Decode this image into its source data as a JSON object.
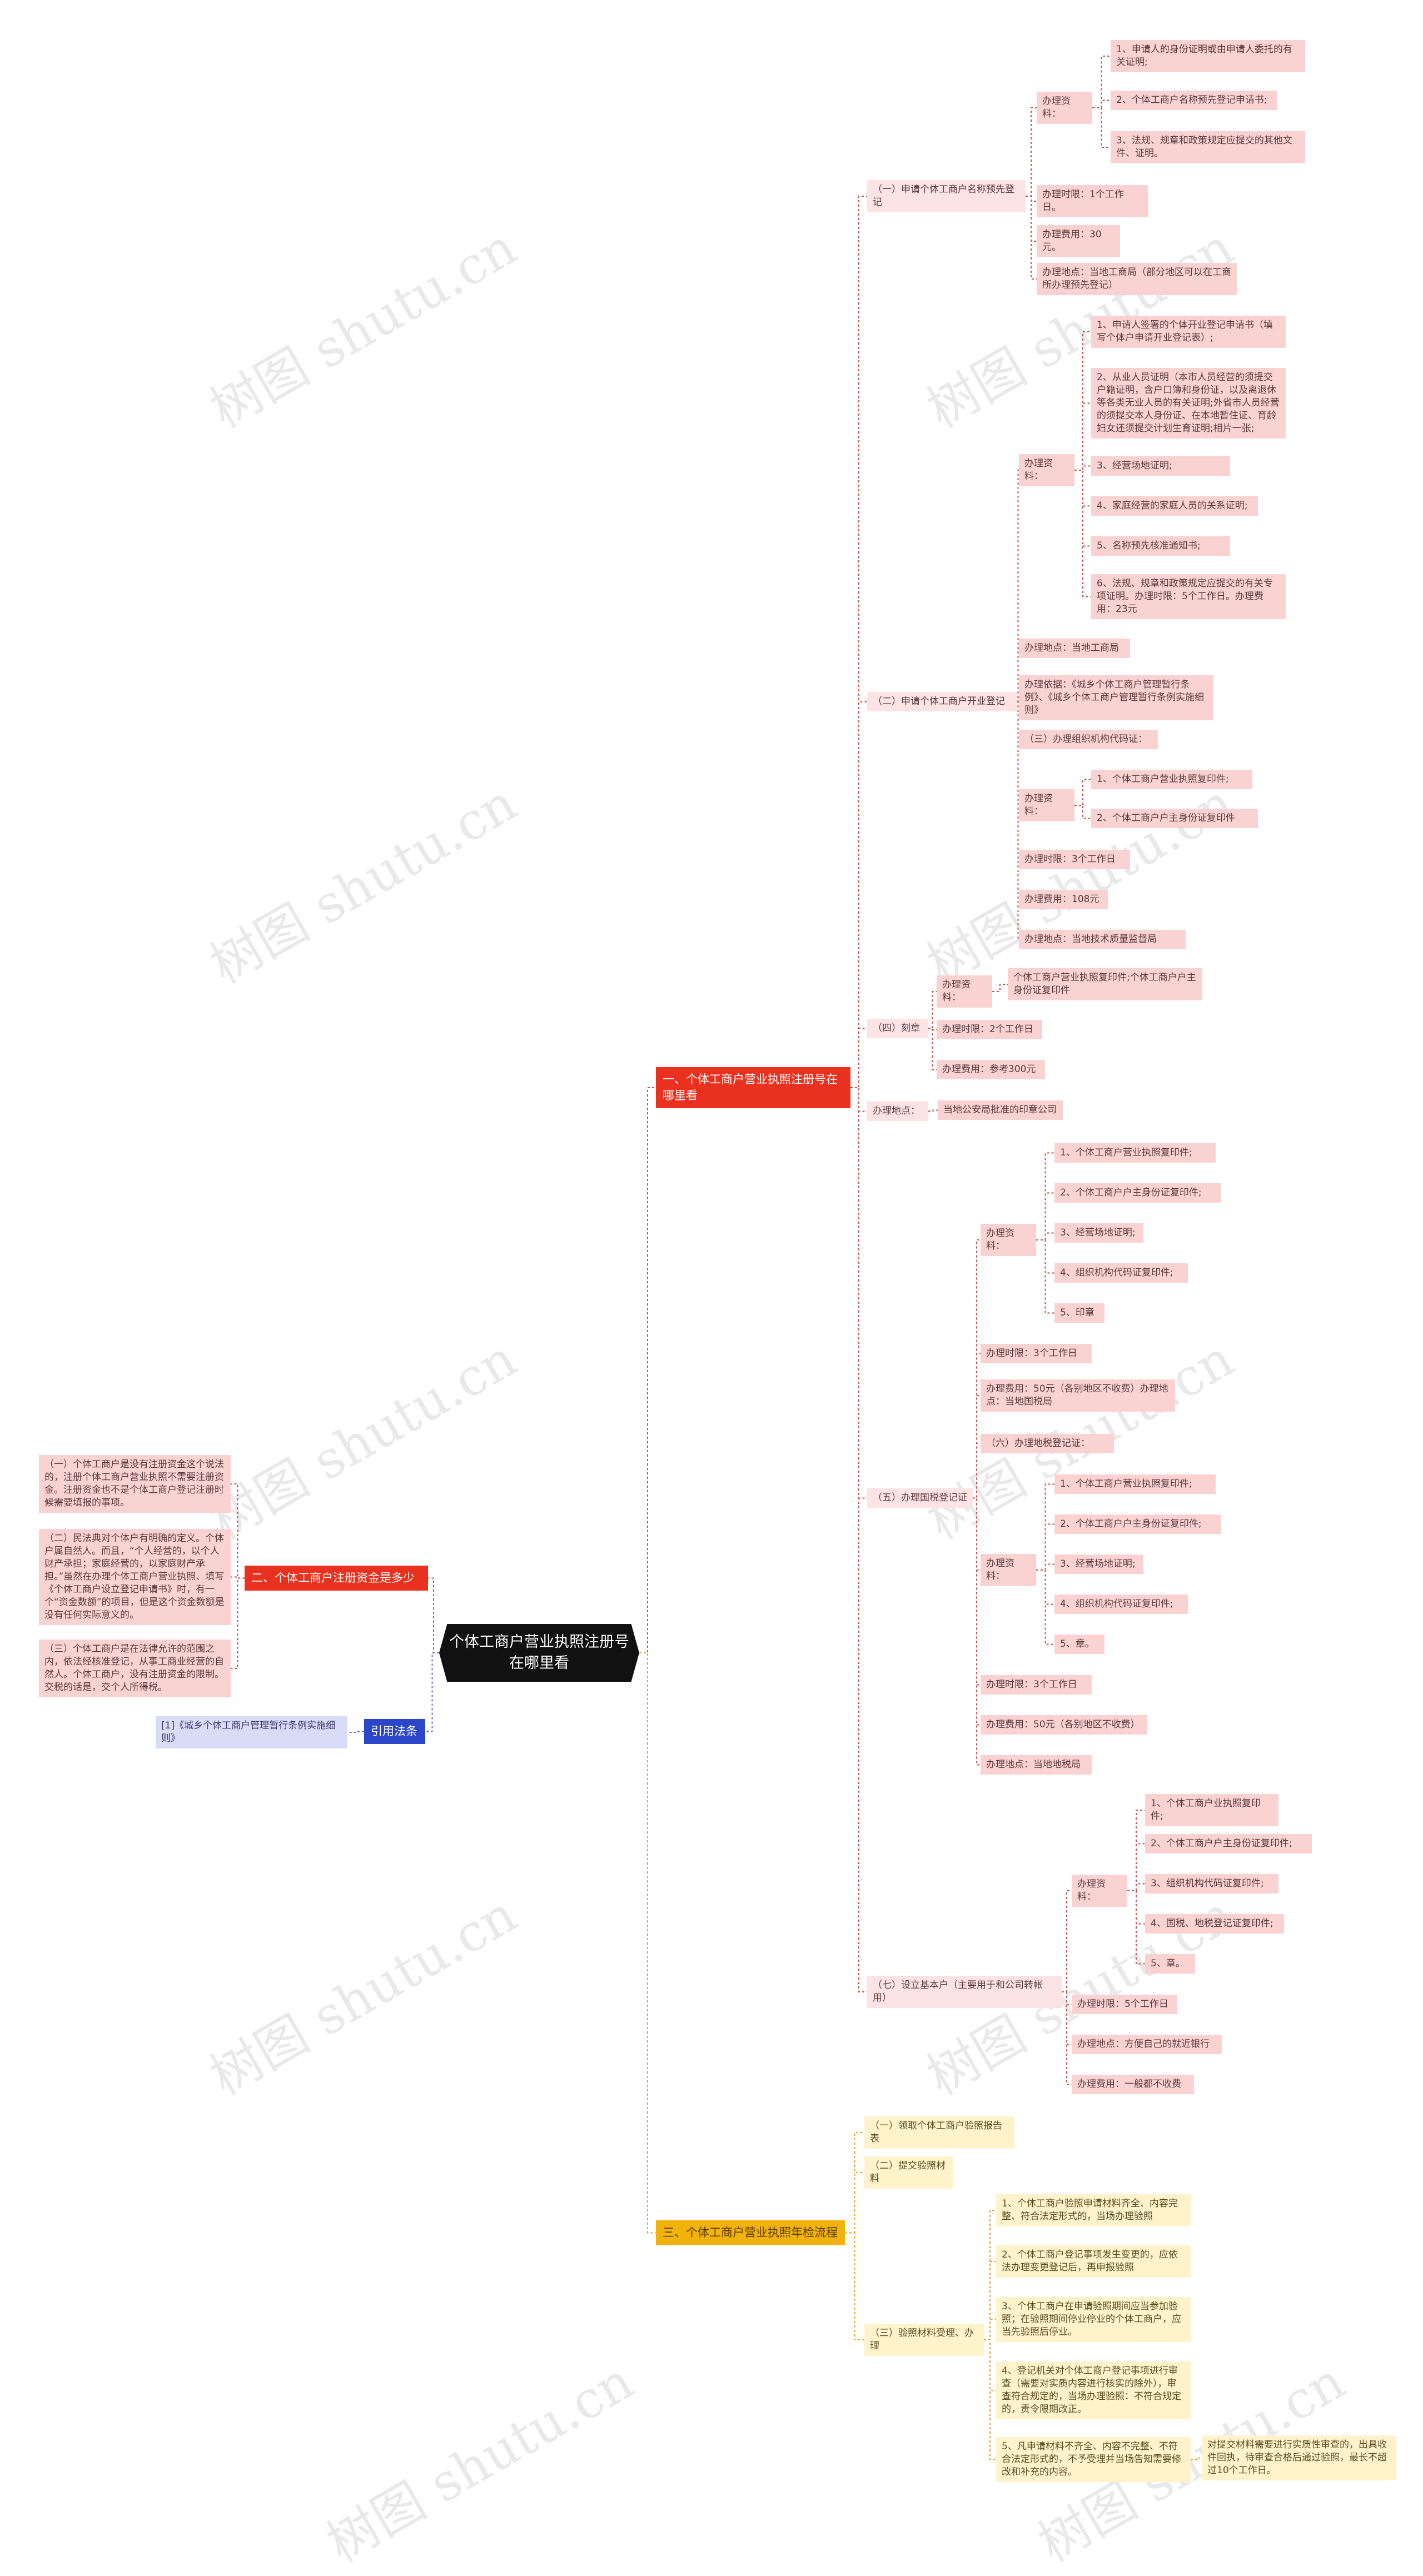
{
  "root": {
    "label": "个体工商户营业执照注册号在哪里看"
  },
  "branches": {
    "b1": {
      "label": "一、个体工商户营业执照注册号在哪里看"
    },
    "b2": {
      "label": "二、个体工商户注册资金是多少"
    },
    "b3": {
      "label": "三、个体工商户营业执照年检流程"
    },
    "b4": {
      "label": "引用法条"
    }
  },
  "s1": {
    "title": "（一）申请个体工商户名称预先登记",
    "materials_label": "办理资料：",
    "materials": [
      "1、申请人的身份证明或由申请人委托的有关证明;",
      "2、个体工商户名称预先登记申请书;",
      "3、法规、规章和政策规定应提交的其他文件、证明。"
    ],
    "time": "办理时限：1个工作日。",
    "fee": "办理费用：30元。",
    "place": "办理地点：当地工商局（部分地区可以在工商所办理预先登记）"
  },
  "s2": {
    "title": "（二）申请个体工商户开业登记",
    "materials_label": "办理资料：",
    "materials": [
      "1、申请人签署的个体开业登记申请书（填写个体户申请开业登记表）;",
      "2、从业人员证明（本市人员经营的须提交户籍证明，含户口簿和身份证，以及离退休等各类无业人员的有关证明;外省市人员经营的须提交本人身份证、在本地暂住证、育龄妇女还须提交计划生育证明;相片一张;",
      "3、经营场地证明;",
      "4、家庭经营的家庭人员的关系证明;",
      "5、名称预先核准通知书;",
      "6、法规、规章和政策规定应提交的有关专项证明。办理时限：5个工作日。办理费用：23元"
    ],
    "place": "办理地点：当地工商局",
    "basis": "办理依据：《城乡个体工商户管理暂行条例》、《城乡个体工商户管理暂行条例实施细则》",
    "org_code": "（三）办理组织机构代码证：",
    "org_materials_label": "办理资料：",
    "org_materials": [
      "1、个体工商户营业执照复印件;",
      "2、个体工商户户主身份证复印件"
    ],
    "org_time": "办理时限：3个工作日",
    "org_fee": "办理费用：108元",
    "org_place": "办理地点：当地技术质量监督局"
  },
  "s4": {
    "title": "（四）刻章",
    "materials_label": "办理资料：",
    "materials_value": "个体工商户营业执照复印件;个体工商户户主身份证复印件",
    "time": "办理时限：2个工作日",
    "fee": "办理费用：参考300元"
  },
  "place_row": {
    "label": "办理地点：",
    "value": "当地公安局批准的印章公司"
  },
  "s5": {
    "title": "（五）办理国税登记证",
    "materials_label": "办理资料：",
    "materials": [
      "1、个体工商户营业执照复印件;",
      "2、个体工商户户主身份证复印件;",
      "3、经营场地证明;",
      "4、组织机构代码证复印件;",
      "5、印章"
    ],
    "time": "办理时限：3个工作日",
    "fee": "办理费用：50元（各别地区不收费）办理地点：当地国税局",
    "local": "（六）办理地税登记证：",
    "local_materials_label": "办理资料：",
    "local_materials": [
      "1、个体工商户营业执照复印件;",
      "2、个体工商户户主身份证复印件;",
      "3、经营场地证明;",
      "4、组织机构代码证复印件;",
      "5、章。"
    ],
    "local_time": "办理时限：3个工作日",
    "local_fee": "办理费用：50元（各别地区不收费）",
    "local_place": "办理地点：当地地税局"
  },
  "s7": {
    "title": "（七）设立基本户（主要用于和公司转帐用）",
    "materials_label": "办理资料：",
    "materials": [
      "1、个体工商户业执照复印件;",
      "2、个体工商户户主身份证复印件;",
      "3、组织机构代码证复印件;",
      "4、国税、地税登记证复印件;",
      "5、章。"
    ],
    "time": "办理时限：5个工作日",
    "place": "办理地点：方便自己的就近银行",
    "fee": "办理费用：一般都不收费"
  },
  "b2_items": [
    "（一）个体工商户是没有注册资金这个说法的，注册个体工商户营业执照不需要注册资金。注册资金也不是个体工商户登记注册时候需要填报的事项。",
    "（二）民法典对个体户有明确的定义。个体户属自然人。而且，“个人经营的，以个人财产承担；家庭经营的，以家庭财产承担。”虽然在办理个体工商户营业执照、填写《个体工商户设立登记申请书》时，有一个“资金数额”的项目，但是这个资金数额是没有任何实际意义的。",
    "（三）个体工商户是在法律允许的范围之内，依法经核准登记，从事工商业经营的自然人。个体工商户，没有注册资金的限制。交税的话是，交个人所得税。"
  ],
  "b3_items": [
    "（一）领取个体工商户验照报告表",
    "（二）提交验照材料",
    "（三）验照材料受理、办理"
  ],
  "b3_sub": [
    "1、个体工商户验照申请材料齐全、内容完整、符合法定形式的，当场办理验照",
    "2、个体工商户登记事项发生变更的，应依法办理变更登记后，再申报验照",
    "3、个体工商户在申请验照期间应当参加验照；在验照期间停业停业的个体工商户，应当先验照后停业。",
    "4、登记机关对个体工商户登记事项进行审查（需要对实质内容进行核实的除外），审查符合规定的，当场办理验照：不符合规定的，责令限期改正。",
    "5、凡申请材料不齐全、内容不完整、不符合法定形式的，不予受理并当场告知需要修改和补充的内容。"
  ],
  "b3_extra": "对提交材料需要进行实质性审查的，出具收件回执，待审查合格后通过验照，最长不超过10个工作日。",
  "b4_item": "[1]《城乡个体工商户管理暂行条例实施细则》",
  "watermark": "树图 shutu.cn"
}
